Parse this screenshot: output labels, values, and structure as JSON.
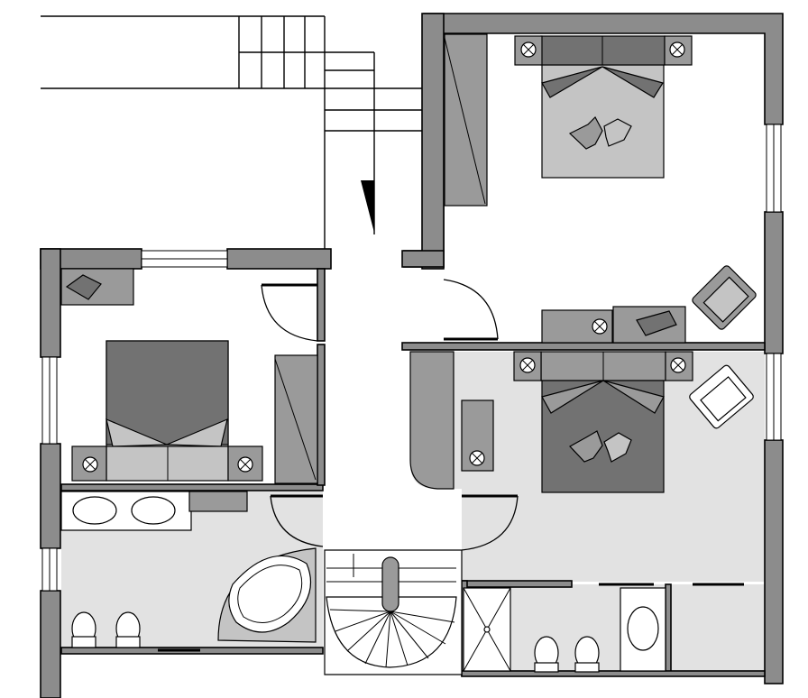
{
  "plan": {
    "rooms": [
      {
        "id": "stairwell"
      },
      {
        "id": "master-bedroom"
      },
      {
        "id": "bedroom-left"
      },
      {
        "id": "bedroom-right"
      },
      {
        "id": "bathroom-left"
      },
      {
        "id": "bathroom-right"
      },
      {
        "id": "hallway"
      }
    ],
    "colors": {
      "wall": "#8c8c8c",
      "floor_tile": "#e2e2e2",
      "furniture": "#9a9a9a",
      "furniture_dark": "#727272",
      "furniture_light": "#c4c4c4"
    },
    "icons": [
      "bed",
      "pillow",
      "nightstand-lamp",
      "wardrobe",
      "armchair",
      "desk",
      "sink",
      "toilet",
      "bidet",
      "bathtub",
      "shower",
      "spiral-stair"
    ]
  }
}
